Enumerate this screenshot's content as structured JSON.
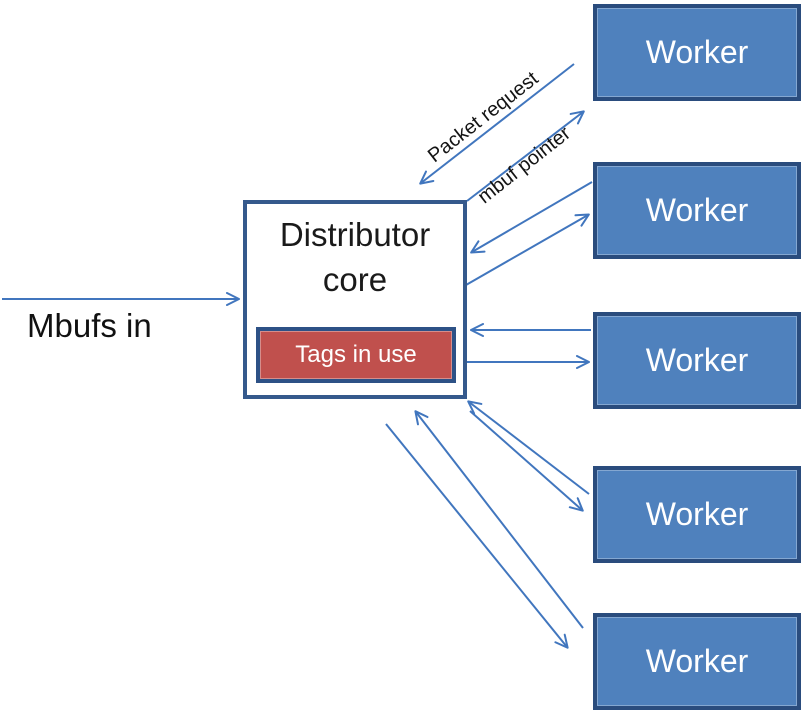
{
  "distributor": {
    "label": "Distributor core",
    "tags_label": "Tags in use"
  },
  "workers": [
    {
      "label": "Worker"
    },
    {
      "label": "Worker"
    },
    {
      "label": "Worker"
    },
    {
      "label": "Worker"
    },
    {
      "label": "Worker"
    }
  ],
  "labels": {
    "mbufs_in": "Mbufs in",
    "packet_request": "Packet request",
    "mbuf_pointer": "mbuf pointer"
  },
  "colors": {
    "arrow": "#4176be",
    "worker_fill": "#4f81bd",
    "worker_border": "#2a4c7d",
    "distributor_fill": "#ffffff",
    "distributor_border": "#35598c",
    "tags_fill": "#c0504d",
    "tags_border": "#2d5186",
    "text_light": "#ffffff"
  }
}
